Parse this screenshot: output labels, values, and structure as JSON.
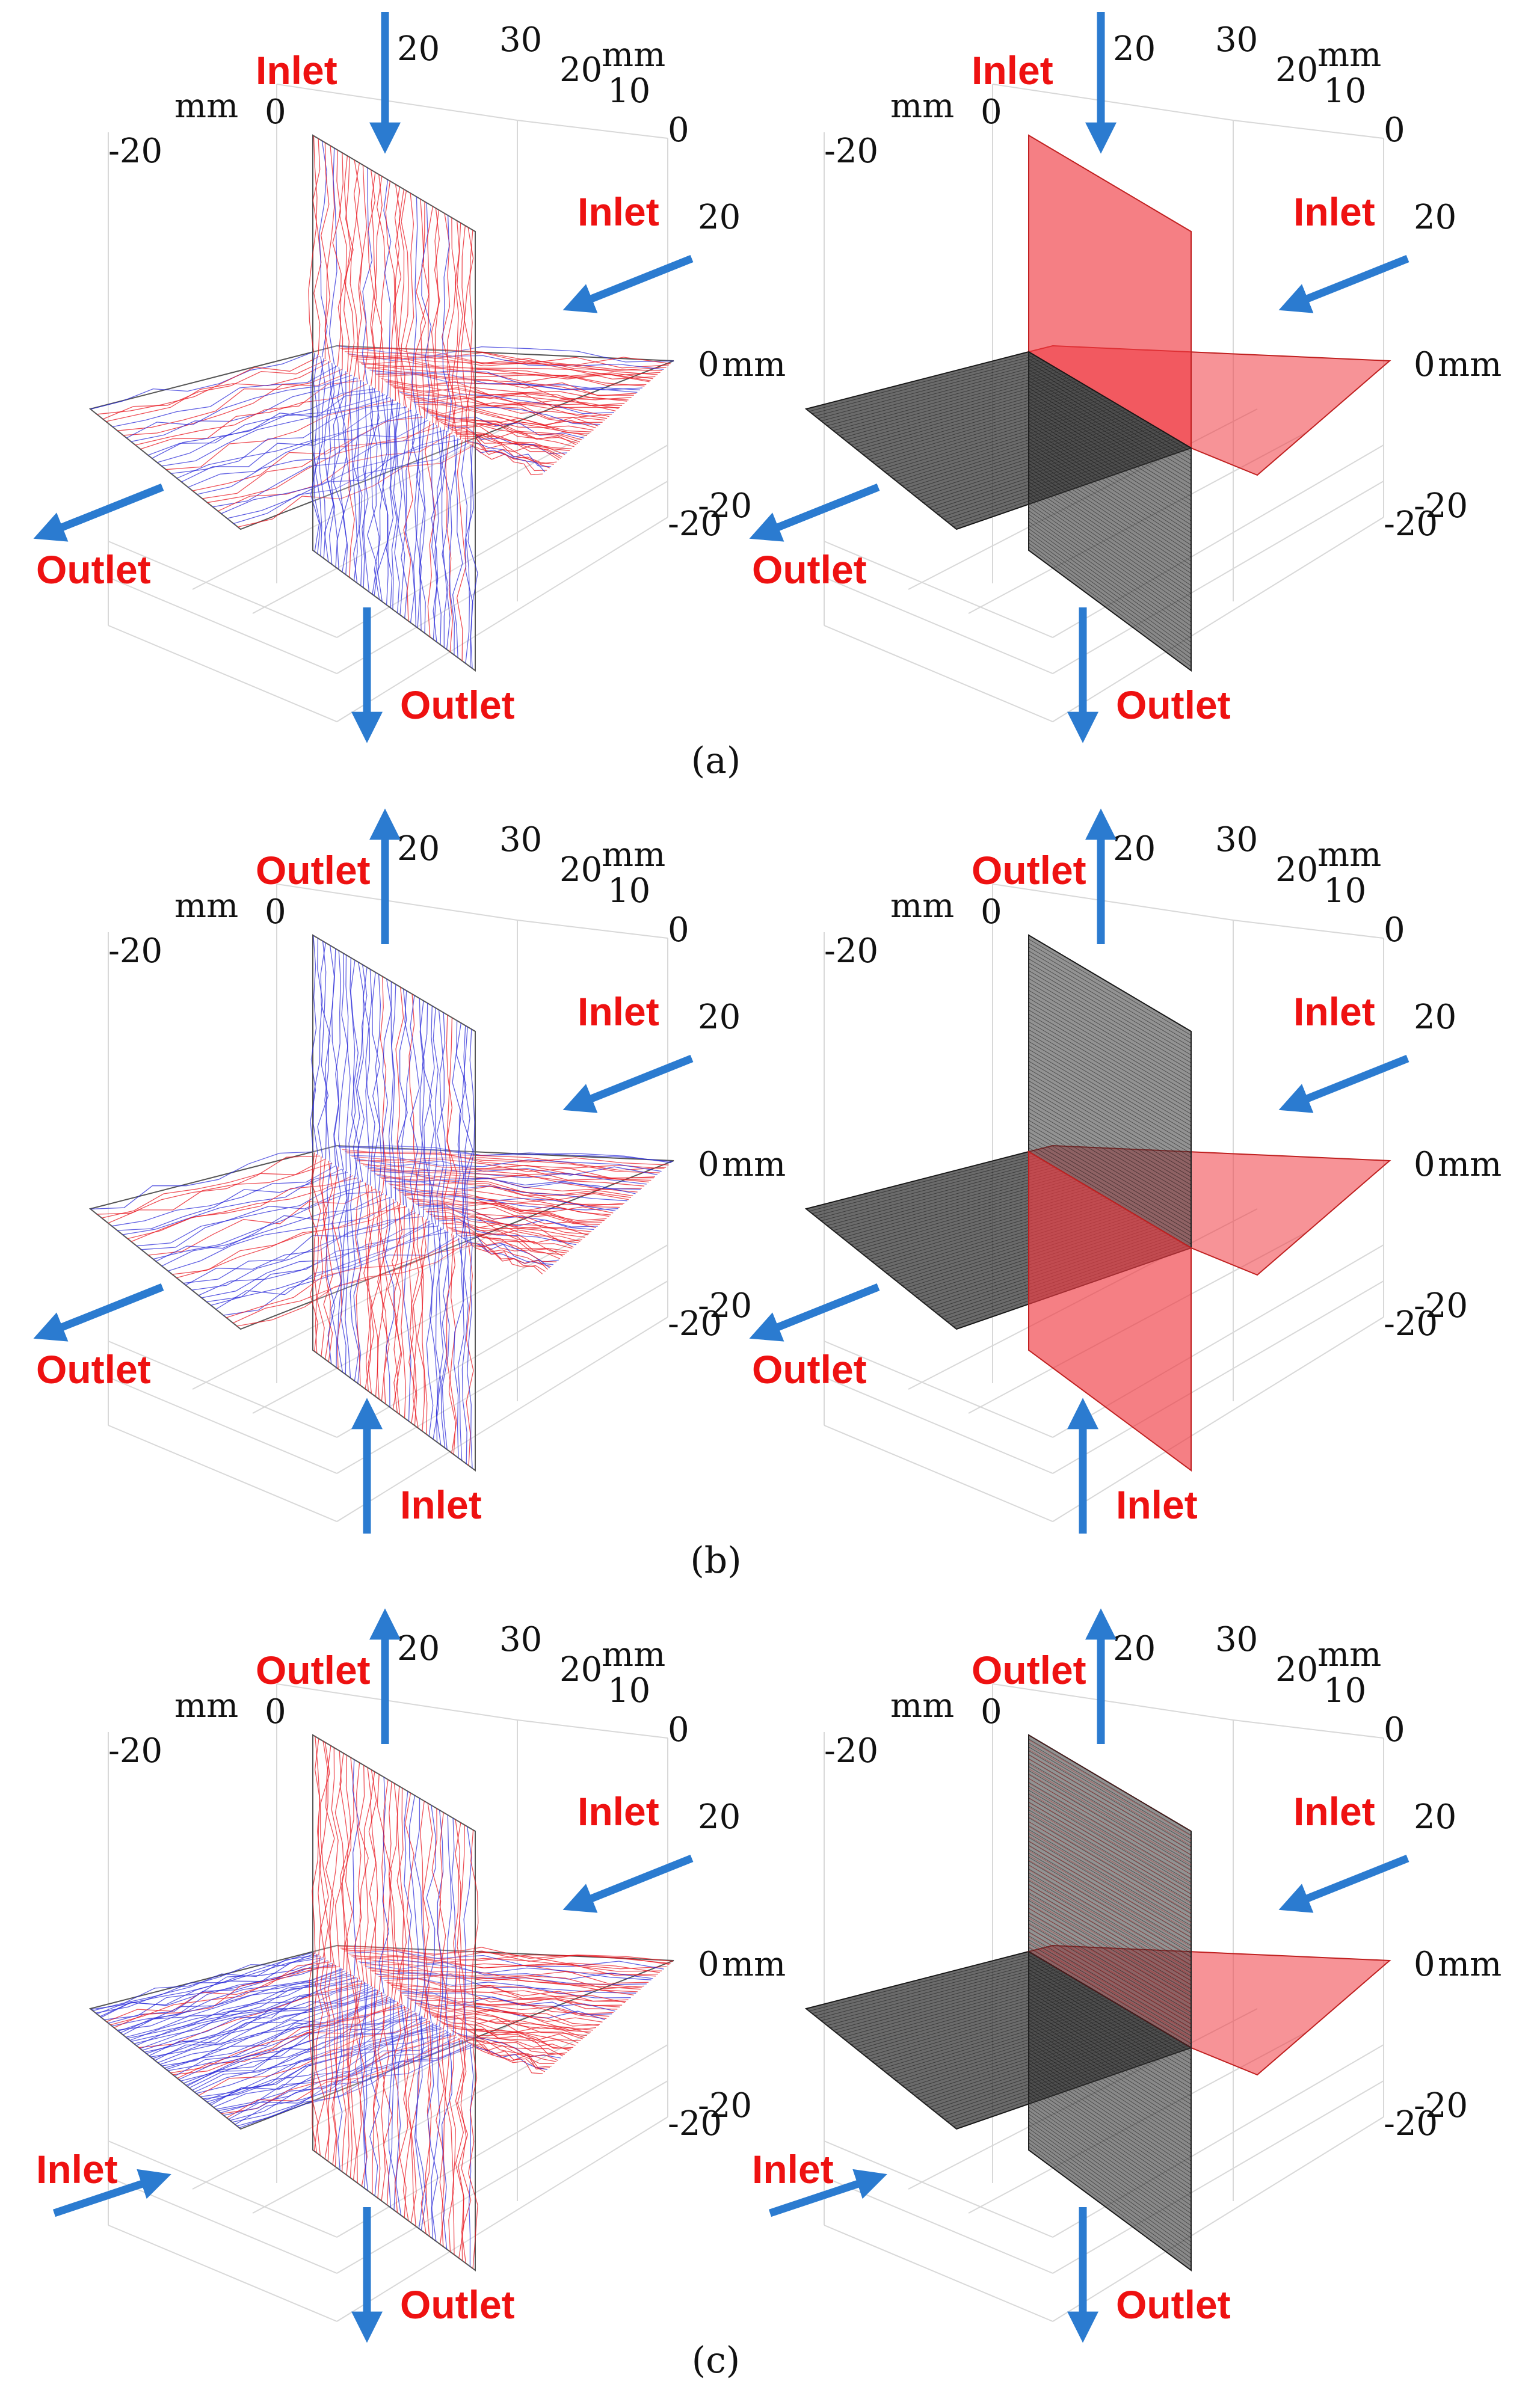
{
  "colors": {
    "hot": "#e8141e",
    "cold": "#2a2ad8",
    "arrow": "#2b7bd0",
    "label": "#ee1111",
    "plane_hot": "#f03a42",
    "plane_dark": "#3a3a3a",
    "axis_text": "#111111",
    "grid": "#d8d8d8"
  },
  "axis_ticks": {
    "z_top": "20",
    "z_zero": "0",
    "mm": "mm",
    "y_left": "-20",
    "x_30": "30",
    "x_20": "20",
    "x_10": "10",
    "x_0": "0",
    "right_20": "20",
    "right_0": "0",
    "right_mm": "mm",
    "right_neg20": "-20",
    "bottom_neg20": "-20"
  },
  "rows": [
    {
      "caption": "(a)",
      "top_flow": "Inlet",
      "right_flow": "Inlet",
      "left_flow": "Outlet",
      "bottom_flow": "Outlet"
    },
    {
      "caption": "(b)",
      "top_flow": "Outlet",
      "right_flow": "Inlet",
      "left_flow": "Outlet",
      "bottom_flow": "Inlet"
    },
    {
      "caption": "(c)",
      "top_flow": "Outlet",
      "right_flow": "Inlet",
      "left_flow": "Inlet",
      "bottom_flow": "Outlet"
    }
  ]
}
